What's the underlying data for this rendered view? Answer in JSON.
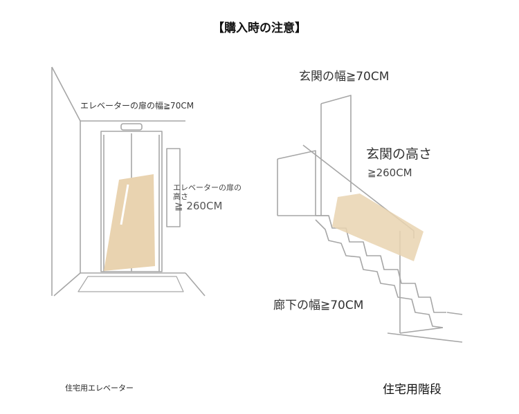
{
  "title": "【購入時の注意】",
  "elevator": {
    "door_width_label": "エレベーターの扉の幅≧70CM",
    "door_height_label_line1": "エレベーターの扉の",
    "door_height_label_line2": "高さ",
    "door_height_value": "≧ 260CM",
    "caption": "住宅用エレベーター"
  },
  "stairs": {
    "entrance_width_label": "玄関の幅≧70CM",
    "entrance_height_label": "玄関の高さ",
    "entrance_height_value": "≧260CM",
    "hallway_width_label": "廊下の幅≧70CM",
    "caption": "住宅用階段"
  },
  "colors": {
    "line": "#a6a6a6",
    "package": "#e9d3b0"
  }
}
